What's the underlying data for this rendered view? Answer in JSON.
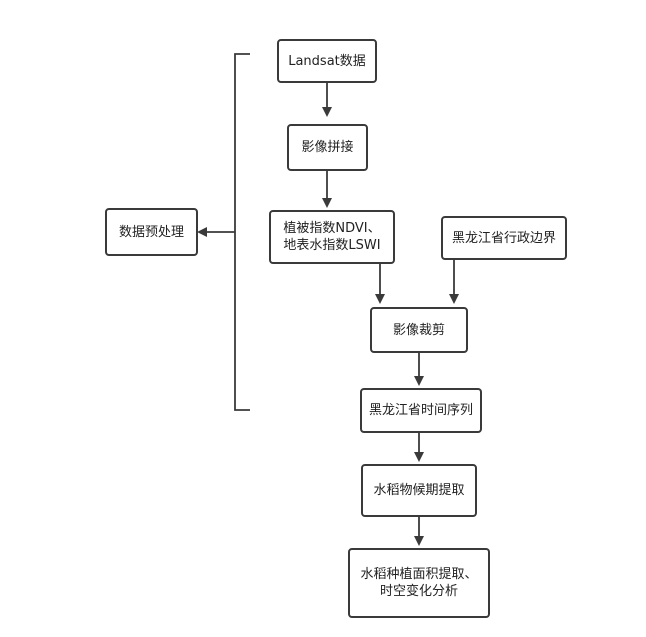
{
  "nodes": {
    "landsat": {
      "lines": [
        "Landsat数据"
      ]
    },
    "mosaic": {
      "lines": [
        "影像拼接"
      ]
    },
    "indices": {
      "lines": [
        "植被指数NDVI、",
        "地表水指数LSWI"
      ]
    },
    "boundary": {
      "lines": [
        "黑龙江省行政边界"
      ]
    },
    "clip": {
      "lines": [
        "影像裁剪"
      ]
    },
    "timeseries": {
      "lines": [
        "黑龙江省时间序列"
      ]
    },
    "phenology": {
      "lines": [
        "水稻物候期提取"
      ]
    },
    "analysis": {
      "lines": [
        "水稻种植面积提取、",
        "时空变化分析"
      ]
    },
    "preprocess": {
      "lines": [
        "数据预处理"
      ]
    }
  },
  "colors": {
    "stroke": "#3a3a3a",
    "text": "#222222",
    "background": "#ffffff"
  }
}
